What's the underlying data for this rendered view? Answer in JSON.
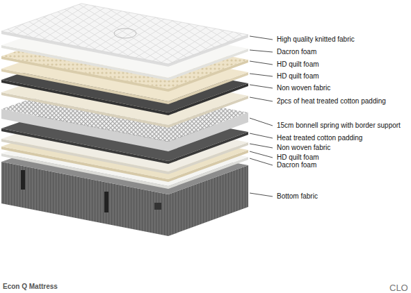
{
  "diagram": {
    "caption": "Econ Q Mattress",
    "labels": [
      "High quality knitted fabric",
      "Dacron foam",
      "HD quilt foam",
      "HD quilt foam",
      "Non woven fabric",
      "2pcs of heat treated cotton padding",
      "15cm bonnell spring with border support",
      "Heat treated cotton padding",
      "Non woven fabric",
      "HD quilt foam",
      "Dacron foam",
      "Bottom fabric",
      "CLO"
    ]
  }
}
